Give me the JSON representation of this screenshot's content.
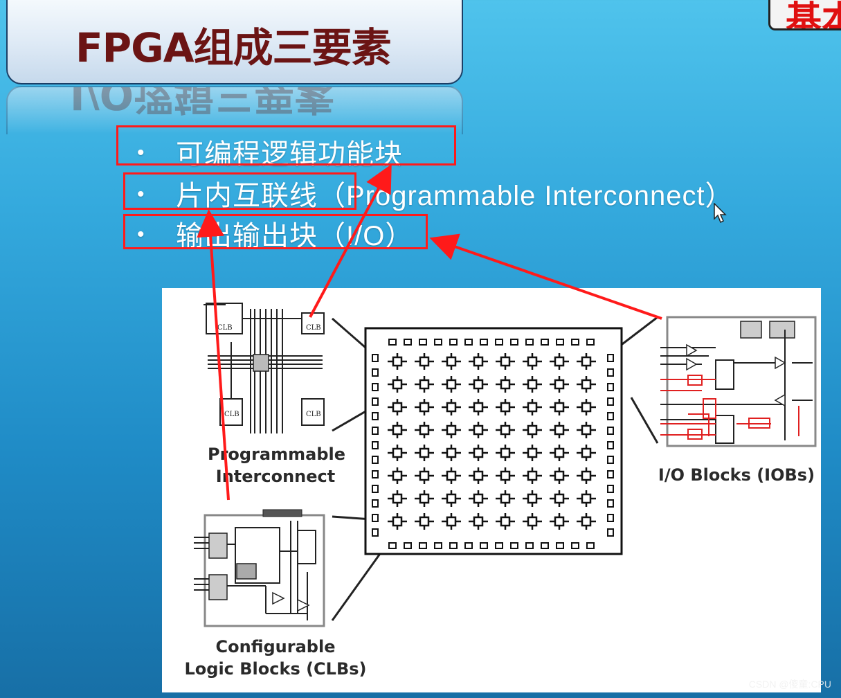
{
  "slide": {
    "title": "FPGA组成三要素",
    "title_reflection": "I/O逻辑三要素",
    "corner_tab": "基本"
  },
  "bullets": [
    {
      "marker": "•",
      "text": "可编程逻辑功能块"
    },
    {
      "marker": "•",
      "text": "片内互联线（Programmable Interconnect）"
    },
    {
      "marker": "•",
      "text": "输出输出块（I/O）"
    }
  ],
  "diagram": {
    "interconnect_label_line1": "Programmable",
    "interconnect_label_line2": "Interconnect",
    "clb_label_line1": "Configurable",
    "clb_label_line2": "Logic Blocks (CLBs)",
    "iob_label": "I/O Blocks (IOBs)",
    "clb_box_text": "CLB"
  },
  "annotation_color": "#ff1a1a",
  "watermark": "CSDN @傻童:CPU"
}
